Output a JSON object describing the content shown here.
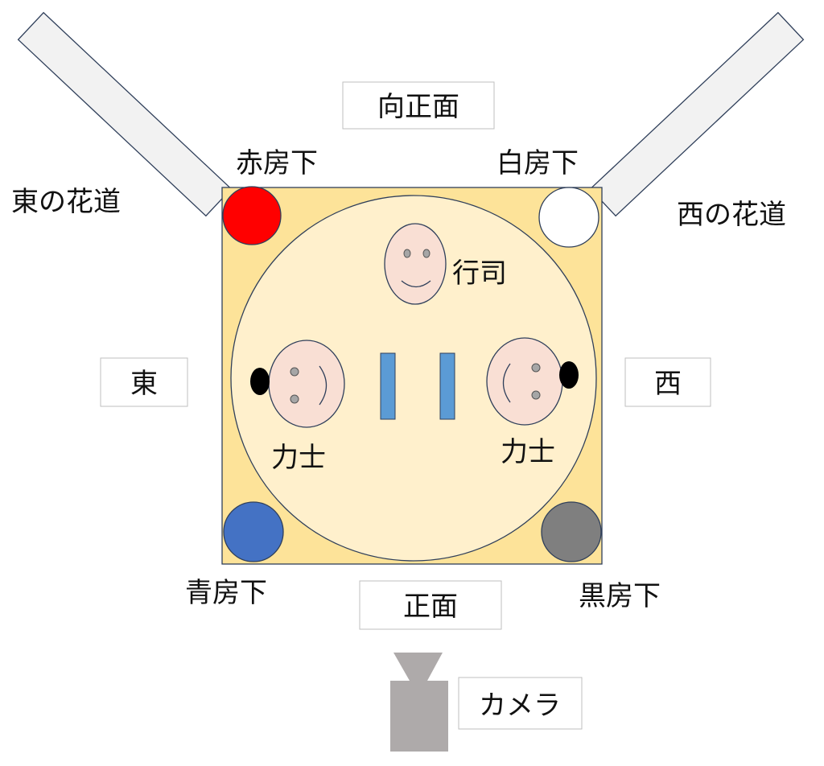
{
  "labels": {
    "mukou_shoumen": "向正面",
    "shoumen": "正面",
    "higashi": "東",
    "nishi": "西",
    "camera": "カメラ",
    "higashi_hanamichi": "東の花道",
    "nishi_hanamichi": "西の花道",
    "akabusa": "赤房下",
    "shirobusa": "白房下",
    "aobusa": "青房下",
    "kurobusa": "黒房下",
    "gyoji": "行司",
    "rikishi_east": "力士",
    "rikishi_west": "力士"
  },
  "colors": {
    "ring_square": "#fde399",
    "ring_circle": "#fff0cc",
    "outline": "#2f3f5a",
    "akabusa": "#ff0000",
    "shirobusa": "#ffffff",
    "aobusa": "#4472c4",
    "kurobusa": "#7f7f7f",
    "shikiri_line": "#5b9bd5",
    "face": "#f9dfd4",
    "camera": "#aeaaaa",
    "hanamichi": "#f2f2f2"
  }
}
